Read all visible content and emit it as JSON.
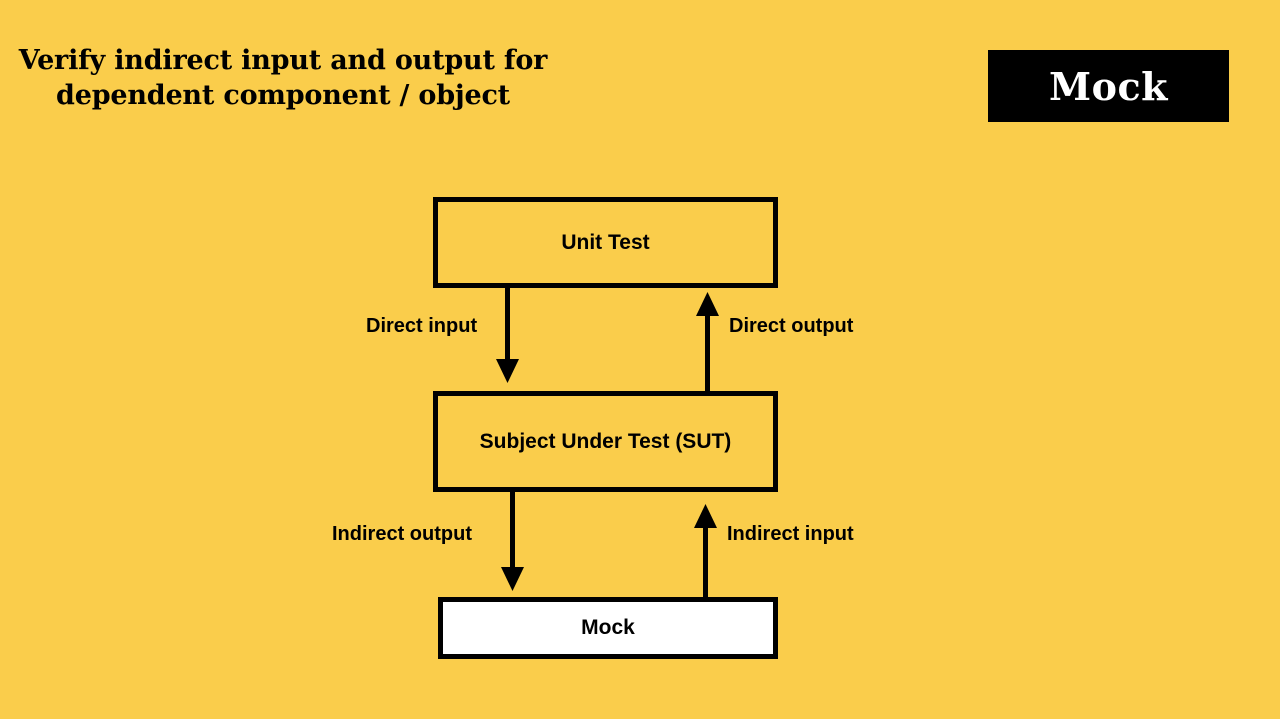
{
  "slide": {
    "background_color": "#facd4b",
    "ink_color": "#000000"
  },
  "header": {
    "title": "Verify indirect input and output for dependent component / object",
    "badge": {
      "label": "Mock",
      "background_color": "#000000",
      "text_color": "#ffffff"
    }
  },
  "diagram": {
    "type": "flow",
    "nodes": [
      {
        "id": "unit-test",
        "label": "Unit Test",
        "fill": "transparent",
        "border_color": "#000000"
      },
      {
        "id": "sut",
        "label": "Subject Under Test (SUT)",
        "fill": "transparent",
        "border_color": "#000000"
      },
      {
        "id": "mock",
        "label": "Mock",
        "fill": "#ffffff",
        "border_color": "#000000"
      }
    ],
    "edges": [
      {
        "id": "direct-input",
        "label": "Direct input",
        "from": "unit-test",
        "to": "sut",
        "direction": "down"
      },
      {
        "id": "direct-output",
        "label": "Direct output",
        "from": "sut",
        "to": "unit-test",
        "direction": "up"
      },
      {
        "id": "indirect-output",
        "label": "Indirect output",
        "from": "sut",
        "to": "mock",
        "direction": "down"
      },
      {
        "id": "indirect-input",
        "label": "Indirect input",
        "from": "mock",
        "to": "sut",
        "direction": "up"
      }
    ]
  }
}
